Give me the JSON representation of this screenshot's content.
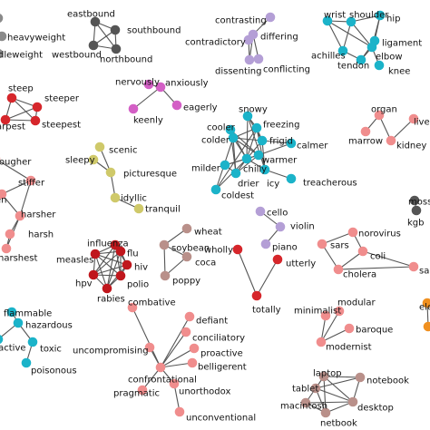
{
  "colors": {
    "gray": "#8a8a8a",
    "darkgray": "#555555",
    "purple": "#b49fd6",
    "teal": "#1bb3c9",
    "magenta": "#d35fc5",
    "red": "#d6262b",
    "pink": "#f08d8d",
    "olive": "#cfc96a",
    "brown": "#b9908a",
    "darkred": "#c0171d",
    "orange": "#f09020",
    "edge": "#555555"
  },
  "clusters": [
    {
      "id": "weight",
      "color": "gray",
      "nodes": [
        {
          "id": "n0",
          "label": "heavyweight"
        },
        {
          "id": "n1",
          "label": "dleweight"
        },
        {
          "id": "n2",
          "label": ""
        }
      ],
      "edges": []
    },
    {
      "id": "direction",
      "color": "darkgray",
      "nodes": [
        {
          "id": "eastbound",
          "label": "eastbound"
        },
        {
          "id": "southbound",
          "label": "southbound"
        },
        {
          "id": "westbound",
          "label": "westbound"
        },
        {
          "id": "northbound",
          "label": "northbound"
        }
      ],
      "edges": [
        [
          "eastbound",
          "southbound"
        ],
        [
          "eastbound",
          "westbound"
        ],
        [
          "eastbound",
          "northbound"
        ],
        [
          "southbound",
          "westbound"
        ],
        [
          "southbound",
          "northbound"
        ],
        [
          "westbound",
          "northbound"
        ]
      ]
    },
    {
      "id": "contrast",
      "color": "purple",
      "nodes": [
        {
          "id": "contrasting",
          "label": "contrasting"
        },
        {
          "id": "differing",
          "label": "differing"
        },
        {
          "id": "contradictory",
          "label": "contradictory"
        },
        {
          "id": "dissenting",
          "label": "dissenting"
        },
        {
          "id": "conflicting",
          "label": "conflicting"
        }
      ],
      "edges": [
        [
          "contrasting",
          "differing"
        ],
        [
          "differing",
          "contradictory"
        ],
        [
          "differing",
          "dissenting"
        ],
        [
          "differing",
          "conflicting"
        ],
        [
          "contradictory",
          "dissenting"
        ]
      ]
    },
    {
      "id": "body",
      "color": "teal",
      "nodes": [
        {
          "id": "wrist",
          "label": "wrist"
        },
        {
          "id": "shoulder",
          "label": "shoulder"
        },
        {
          "id": "hip",
          "label": "hip"
        },
        {
          "id": "ligament",
          "label": "ligament"
        },
        {
          "id": "achilles",
          "label": "achilles"
        },
        {
          "id": "elbow",
          "label": "elbow"
        },
        {
          "id": "tendon",
          "label": "tendon"
        },
        {
          "id": "knee",
          "label": "knee"
        }
      ],
      "edges": [
        [
          "wrist",
          "shoulder"
        ],
        [
          "shoulder",
          "hip"
        ],
        [
          "wrist",
          "elbow"
        ],
        [
          "shoulder",
          "elbow"
        ],
        [
          "hip",
          "elbow"
        ],
        [
          "hip",
          "ligament"
        ],
        [
          "ligament",
          "tendon"
        ],
        [
          "elbow",
          "tendon"
        ],
        [
          "achilles",
          "tendon"
        ],
        [
          "elbow",
          "knee"
        ],
        [
          "wrist",
          "achilles"
        ],
        [
          "shoulder",
          "achilles"
        ]
      ]
    },
    {
      "id": "manner",
      "color": "magenta",
      "nodes": [
        {
          "id": "nervously",
          "label": "nervously"
        },
        {
          "id": "anxiously",
          "label": "anxiously"
        },
        {
          "id": "eagerly",
          "label": "eagerly"
        },
        {
          "id": "keenly",
          "label": "keenly"
        }
      ],
      "edges": [
        [
          "nervously",
          "anxiously"
        ],
        [
          "anxiously",
          "eagerly"
        ],
        [
          "anxiously",
          "keenly"
        ]
      ]
    },
    {
      "id": "steep",
      "color": "red",
      "nodes": [
        {
          "id": "steep",
          "label": "steep"
        },
        {
          "id": "steeper",
          "label": "steeper"
        },
        {
          "id": "steepest",
          "label": "steepest"
        },
        {
          "id": "arpest",
          "label": "arpest"
        }
      ],
      "edges": [
        [
          "steep",
          "steeper"
        ],
        [
          "steep",
          "steepest"
        ],
        [
          "steep",
          "arpest"
        ],
        [
          "steeper",
          "steepest"
        ],
        [
          "steeper",
          "arpest"
        ],
        [
          "steepest",
          "arpest"
        ]
      ]
    },
    {
      "id": "cold",
      "color": "teal",
      "nodes": [
        {
          "id": "snowy",
          "label": "snowy"
        },
        {
          "id": "cooler",
          "label": "cooler"
        },
        {
          "id": "freezing",
          "label": "freezing"
        },
        {
          "id": "colder",
          "label": "colder"
        },
        {
          "id": "frigid",
          "label": "frigid"
        },
        {
          "id": "calmer",
          "label": "calmer"
        },
        {
          "id": "warmer",
          "label": "warmer"
        },
        {
          "id": "chilly",
          "label": "chilly"
        },
        {
          "id": "milder",
          "label": "milder"
        },
        {
          "id": "drier",
          "label": "drier"
        },
        {
          "id": "icy",
          "label": "icy"
        },
        {
          "id": "coldest",
          "label": "coldest"
        },
        {
          "id": "treacherous",
          "label": "treacherous"
        }
      ],
      "edges": [
        [
          "snowy",
          "freezing"
        ],
        [
          "snowy",
          "frigid"
        ],
        [
          "snowy",
          "chilly"
        ],
        [
          "snowy",
          "icy"
        ],
        [
          "freezing",
          "frigid"
        ],
        [
          "freezing",
          "chilly"
        ],
        [
          "freezing",
          "icy"
        ],
        [
          "frigid",
          "chilly"
        ],
        [
          "frigid",
          "icy"
        ],
        [
          "chilly",
          "icy"
        ],
        [
          "cooler",
          "colder"
        ],
        [
          "cooler",
          "warmer"
        ],
        [
          "cooler",
          "chilly"
        ],
        [
          "cooler",
          "drier"
        ],
        [
          "colder",
          "warmer"
        ],
        [
          "colder",
          "chilly"
        ],
        [
          "colder",
          "drier"
        ],
        [
          "colder",
          "frigid"
        ],
        [
          "colder",
          "freezing"
        ],
        [
          "warmer",
          "chilly"
        ],
        [
          "warmer",
          "drier"
        ],
        [
          "warmer",
          "milder"
        ],
        [
          "warmer",
          "calmer"
        ],
        [
          "drier",
          "chilly"
        ],
        [
          "drier",
          "milder"
        ],
        [
          "milder",
          "chilly"
        ],
        [
          "chilly",
          "coldest"
        ],
        [
          "colder",
          "coldest"
        ],
        [
          "frigid",
          "calmer"
        ],
        [
          "icy",
          "treacherous"
        ],
        [
          "freezing",
          "coldest"
        ]
      ]
    },
    {
      "id": "organ",
      "color": "pink",
      "nodes": [
        {
          "id": "organ",
          "label": "organ"
        },
        {
          "id": "liver",
          "label": "liver"
        },
        {
          "id": "marrow",
          "label": "marrow"
        },
        {
          "id": "kidney",
          "label": "kidney"
        }
      ],
      "edges": [
        [
          "organ",
          "marrow"
        ],
        [
          "organ",
          "kidney"
        ],
        [
          "liver",
          "kidney"
        ]
      ]
    },
    {
      "id": "scenic",
      "color": "olive",
      "nodes": [
        {
          "id": "scenic",
          "label": "scenic"
        },
        {
          "id": "sleepy",
          "label": "sleepy"
        },
        {
          "id": "picturesque",
          "label": "picturesque"
        },
        {
          "id": "idyllic",
          "label": "idyllic"
        },
        {
          "id": "tranquil",
          "label": "tranquil"
        }
      ],
      "edges": [
        [
          "scenic",
          "picturesque"
        ],
        [
          "sleepy",
          "picturesque"
        ],
        [
          "picturesque",
          "idyllic"
        ],
        [
          "idyllic",
          "tranquil"
        ]
      ]
    },
    {
      "id": "tough",
      "color": "pink",
      "nodes": [
        {
          "id": "tougher",
          "label": "tougher"
        },
        {
          "id": "stiffer",
          "label": "stiffer"
        },
        {
          "id": "n_en",
          "label": "en"
        },
        {
          "id": "harsher",
          "label": "harsher"
        },
        {
          "id": "harsh",
          "label": "harsh"
        },
        {
          "id": "harshest",
          "label": "harshest"
        }
      ],
      "edges": [
        [
          "tougher",
          "stiffer"
        ],
        [
          "stiffer",
          "harsher"
        ],
        [
          "n_en",
          "harsher"
        ],
        [
          "harsher",
          "harsh"
        ],
        [
          "harsher",
          "harshest"
        ],
        [
          "harsh",
          "harshest"
        ],
        [
          "stiffer",
          "n_en"
        ]
      ]
    },
    {
      "id": "music",
      "color": "purple",
      "nodes": [
        {
          "id": "cello",
          "label": "cello"
        },
        {
          "id": "violin",
          "label": "violin"
        },
        {
          "id": "piano",
          "label": "piano"
        }
      ],
      "edges": [
        [
          "cello",
          "violin"
        ],
        [
          "violin",
          "piano"
        ]
      ]
    },
    {
      "id": "moss",
      "color": "darkgray",
      "nodes": [
        {
          "id": "mossad",
          "label": "mossa"
        },
        {
          "id": "kgb",
          "label": "kgb"
        }
      ],
      "edges": [
        [
          "mossad",
          "kgb"
        ]
      ]
    },
    {
      "id": "disease",
      "color": "darkred",
      "nodes": [
        {
          "id": "influenza",
          "label": "influenza"
        },
        {
          "id": "measles",
          "label": "measles"
        },
        {
          "id": "flu",
          "label": "flu"
        },
        {
          "id": "hiv",
          "label": "hiv"
        },
        {
          "id": "hpv",
          "label": "hpv"
        },
        {
          "id": "polio",
          "label": "polio"
        },
        {
          "id": "rabies",
          "label": "rabies"
        }
      ],
      "edges": [
        [
          "influenza",
          "measles"
        ],
        [
          "influenza",
          "flu"
        ],
        [
          "influenza",
          "hiv"
        ],
        [
          "influenza",
          "hpv"
        ],
        [
          "influenza",
          "polio"
        ],
        [
          "influenza",
          "rabies"
        ],
        [
          "measles",
          "flu"
        ],
        [
          "measles",
          "hiv"
        ],
        [
          "measles",
          "hpv"
        ],
        [
          "measles",
          "polio"
        ],
        [
          "measles",
          "rabies"
        ],
        [
          "flu",
          "hiv"
        ],
        [
          "flu",
          "hpv"
        ],
        [
          "flu",
          "polio"
        ],
        [
          "flu",
          "rabies"
        ],
        [
          "hiv",
          "hpv"
        ],
        [
          "hiv",
          "polio"
        ],
        [
          "hiv",
          "rabies"
        ],
        [
          "hpv",
          "polio"
        ],
        [
          "hpv",
          "rabies"
        ],
        [
          "polio",
          "rabies"
        ]
      ]
    },
    {
      "id": "crop",
      "color": "brown",
      "nodes": [
        {
          "id": "wheat",
          "label": "wheat"
        },
        {
          "id": "soybean",
          "label": "soybean"
        },
        {
          "id": "coca",
          "label": "coca"
        },
        {
          "id": "poppy",
          "label": "poppy"
        }
      ],
      "edges": [
        [
          "wheat",
          "soybean"
        ],
        [
          "soybean",
          "coca"
        ],
        [
          "soybean",
          "poppy"
        ],
        [
          "coca",
          "poppy"
        ]
      ]
    },
    {
      "id": "virus",
      "color": "pink",
      "nodes": [
        {
          "id": "norovirus",
          "label": "norovirus"
        },
        {
          "id": "sars",
          "label": "sars"
        },
        {
          "id": "coli",
          "label": "coli"
        },
        {
          "id": "cholera",
          "label": "cholera"
        },
        {
          "id": "salmonella",
          "label": "salmone"
        }
      ],
      "edges": [
        [
          "norovirus",
          "sars"
        ],
        [
          "norovirus",
          "coli"
        ],
        [
          "sars",
          "cholera"
        ],
        [
          "coli",
          "cholera"
        ],
        [
          "cholera",
          "salmonella"
        ],
        [
          "coli",
          "salmonella"
        ]
      ]
    },
    {
      "id": "wholly",
      "color": "red",
      "nodes": [
        {
          "id": "wholly",
          "label": "wholly"
        },
        {
          "id": "utterly",
          "label": "utterly"
        },
        {
          "id": "totally",
          "label": "totally"
        }
      ],
      "edges": [
        [
          "wholly",
          "totally"
        ],
        [
          "utterly",
          "totally"
        ]
      ]
    },
    {
      "id": "hazard",
      "color": "teal",
      "nodes": [
        {
          "id": "flammable",
          "label": "flammable"
        },
        {
          "id": "hazardous",
          "label": "hazardous"
        },
        {
          "id": "oactive",
          "label": "oactive"
        },
        {
          "id": "toxic",
          "label": "toxic"
        },
        {
          "id": "poisonous",
          "label": "poisonous"
        }
      ],
      "edges": [
        [
          "flammable",
          "hazardous"
        ],
        [
          "hazardous",
          "oactive"
        ],
        [
          "hazardous",
          "toxic"
        ],
        [
          "toxic",
          "poisonous"
        ]
      ]
    },
    {
      "id": "modern",
      "color": "pink",
      "nodes": [
        {
          "id": "modular",
          "label": "modular"
        },
        {
          "id": "minimalist",
          "label": "minimalist"
        },
        {
          "id": "baroque",
          "label": "baroque"
        },
        {
          "id": "modernist",
          "label": "modernist"
        }
      ],
      "edges": [
        [
          "modular",
          "modernist"
        ],
        [
          "minimalist",
          "modernist"
        ],
        [
          "baroque",
          "modernist"
        ]
      ]
    },
    {
      "id": "elec",
      "color": "orange",
      "nodes": [
        {
          "id": "ele",
          "label": "ele"
        },
        {
          "id": "ele2",
          "label": ""
        }
      ],
      "edges": [
        [
          "ele",
          "ele2"
        ]
      ]
    },
    {
      "id": "attitude",
      "color": "pink",
      "nodes": [
        {
          "id": "combative",
          "label": "combative"
        },
        {
          "id": "defiant",
          "label": "defiant"
        },
        {
          "id": "conciliatory",
          "label": "conciliatory"
        },
        {
          "id": "uncompromising",
          "label": "uncompromising"
        },
        {
          "id": "proactive",
          "label": "proactive"
        },
        {
          "id": "belligerent",
          "label": "belligerent"
        },
        {
          "id": "confrontational",
          "label": "confrontational"
        },
        {
          "id": "pragmatic",
          "label": "pragmatic"
        },
        {
          "id": "unorthodox",
          "label": "unorthodox"
        },
        {
          "id": "unconventional",
          "label": "unconventional"
        }
      ],
      "edges": [
        [
          "combative",
          "confrontational"
        ],
        [
          "defiant",
          "confrontational"
        ],
        [
          "conciliatory",
          "confrontational"
        ],
        [
          "uncompromising",
          "confrontational"
        ],
        [
          "proactive",
          "confrontational"
        ],
        [
          "belligerent",
          "confrontational"
        ],
        [
          "pragmatic",
          "confrontational"
        ],
        [
          "unorthodox",
          "confrontational"
        ],
        [
          "unconventional",
          "unorthodox"
        ]
      ]
    },
    {
      "id": "computer",
      "color": "brown",
      "nodes": [
        {
          "id": "laptop",
          "label": "laptop"
        },
        {
          "id": "notebook",
          "label": "notebook"
        },
        {
          "id": "tablet",
          "label": "tablet"
        },
        {
          "id": "macintosh",
          "label": "macintosh"
        },
        {
          "id": "desktop",
          "label": "desktop"
        },
        {
          "id": "netbook",
          "label": "netbook"
        }
      ],
      "edges": [
        [
          "laptop",
          "notebook"
        ],
        [
          "laptop",
          "tablet"
        ],
        [
          "laptop",
          "desktop"
        ],
        [
          "laptop",
          "netbook"
        ],
        [
          "notebook",
          "desktop"
        ],
        [
          "notebook",
          "tablet"
        ],
        [
          "tablet",
          "macintosh"
        ],
        [
          "tablet",
          "desktop"
        ],
        [
          "tablet",
          "netbook"
        ],
        [
          "macintosh",
          "netbook"
        ],
        [
          "desktop",
          "netbook"
        ],
        [
          "macintosh",
          "desktop"
        ]
      ]
    }
  ]
}
